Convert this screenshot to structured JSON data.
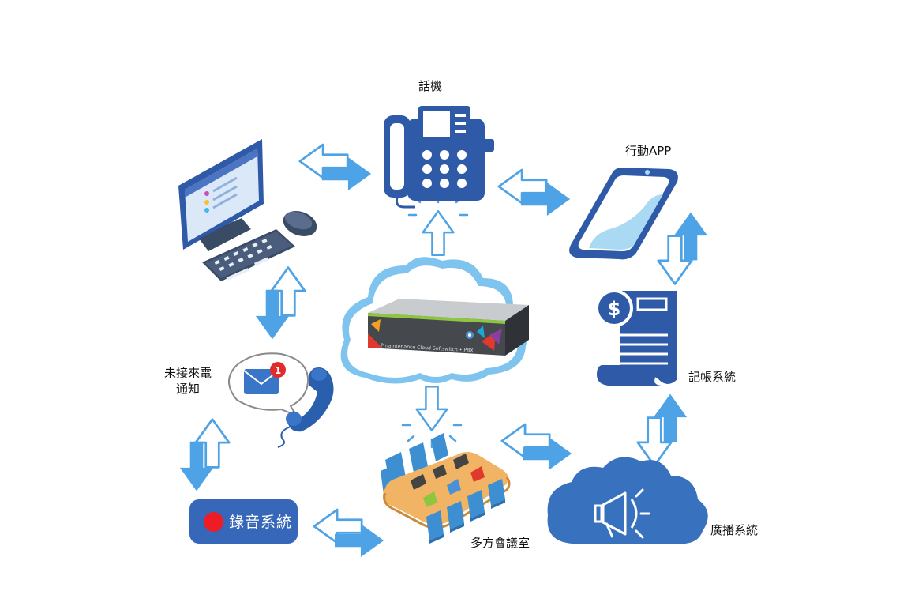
{
  "labels": {
    "phone": "話機",
    "mobile_app": "行動APP",
    "missed_call_line1": "未接來電",
    "missed_call_line2": "通知",
    "billing": "記帳系統",
    "recording": "錄音系統",
    "conference": "多方會議室",
    "broadcast": "廣播系統"
  },
  "server": {
    "front_text": "Pmaintenance Cloud Softswitch • PBX"
  },
  "notification": {
    "badge_count": "1"
  },
  "colors": {
    "arrow_fill": "#4ea3e6",
    "cloud_outline": "#7fc4ee",
    "device_blue": "#2e5aa8",
    "broadcast_cloud": "#3871bd",
    "recording_box": "#3667b9",
    "recording_dot": "#ee1c24"
  }
}
